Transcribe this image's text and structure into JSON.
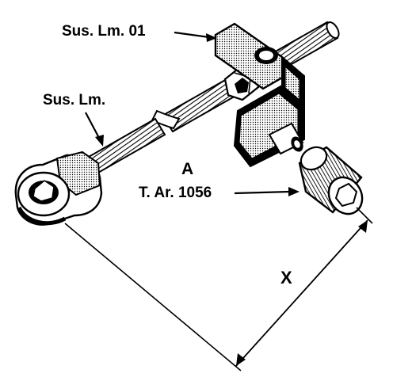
{
  "labels": {
    "sus_lm_01": "Sus. Lm. 01",
    "sus_lm": "Sus. Lm.",
    "part_a": "A",
    "t_ar_1056": "T. Ar. 1056",
    "dimension_x": "X"
  },
  "colors": {
    "ink": "#000000",
    "paper": "#ffffff"
  }
}
